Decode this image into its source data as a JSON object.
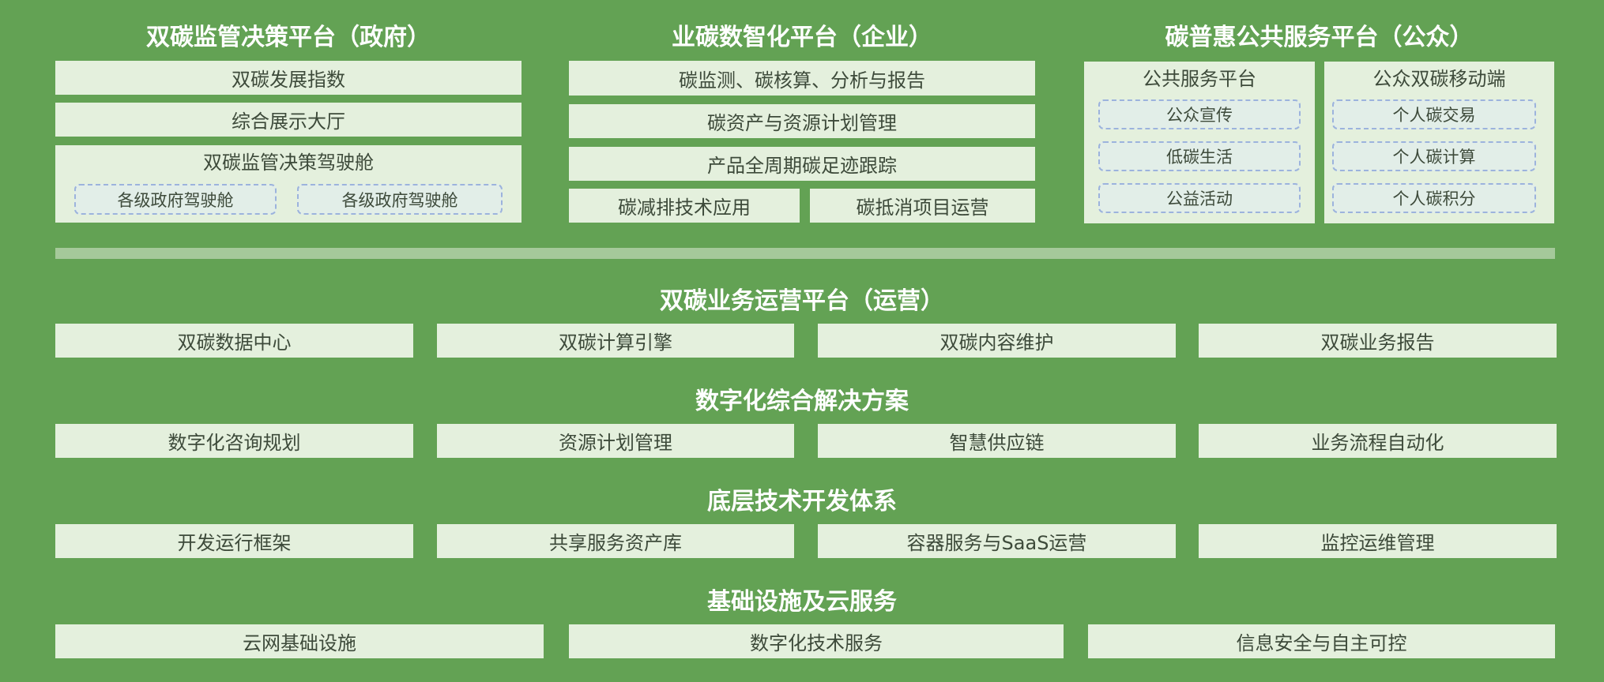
{
  "top": {
    "government": {
      "title": "双碳监管决策平台（政府）",
      "items": [
        "双碳发展指数",
        "综合展示大厅"
      ],
      "cockpit": {
        "title": "双碳监管决策驾驶舱",
        "subs": [
          "各级政府驾驶舱",
          "各级政府驾驶舱"
        ]
      }
    },
    "enterprise": {
      "title": "业碳数智化平台（企业）",
      "items": [
        "碳监测、碳核算、分析与报告",
        "碳资产与资源计划管理",
        "产品全周期碳足迹跟踪"
      ],
      "half_items": [
        "碳减排技术应用",
        "碳抵消项目运营"
      ]
    },
    "public": {
      "title": "碳普惠公共服务平台（公众）",
      "service": {
        "title": "公共服务平台",
        "subs": [
          "公众宣传",
          "低碳生活",
          "公益活动"
        ]
      },
      "mobile": {
        "title": "公众双碳移动端",
        "subs": [
          "个人碳交易",
          "个人碳计算",
          "个人碳积分"
        ]
      }
    }
  },
  "layers": [
    {
      "title": "双碳业务运营平台（运营）",
      "items": [
        "双碳数据中心",
        "双碳计算引擎",
        "双碳内容维护",
        "双碳业务报告"
      ]
    },
    {
      "title": "数字化综合解决方案",
      "items": [
        "数字化咨询规划",
        "资源计划管理",
        "智慧供应链",
        "业务流程自动化"
      ]
    },
    {
      "title": "底层技术开发体系",
      "items": [
        "开发运行框架",
        "共享服务资产库",
        "容器服务与SaaS运营",
        "监控运维管理"
      ]
    },
    {
      "title": "基础设施及云服务",
      "items": [
        "云网基础设施",
        "数字化技术服务",
        "信息安全与自主可控"
      ]
    }
  ]
}
